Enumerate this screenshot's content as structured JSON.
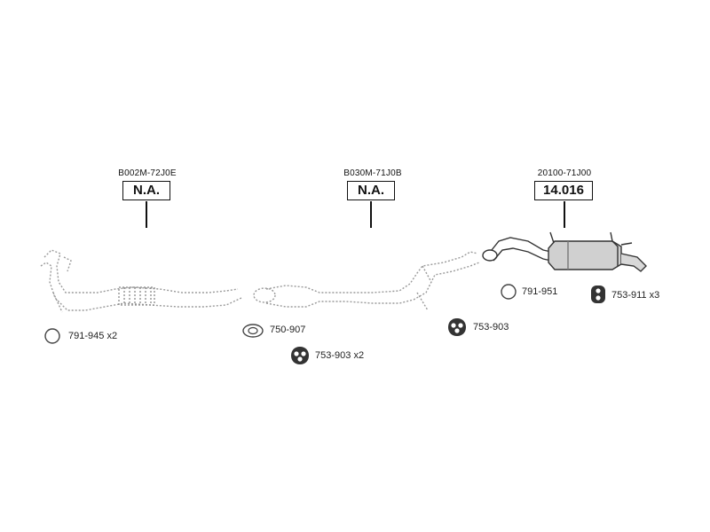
{
  "sections": [
    {
      "code": "B002M-72J0E",
      "status": "N.A."
    },
    {
      "code": "B030M-71J0B",
      "status": "N.A."
    },
    {
      "code": "20100-71J00",
      "status": "14.016"
    }
  ],
  "parts": [
    {
      "number": "791-945",
      "qty": "x2",
      "icon": "ring-icon"
    },
    {
      "number": "750-907",
      "qty": "",
      "icon": "gasket-icon"
    },
    {
      "number": "753-903",
      "qty": "x2",
      "icon": "rubber-hanger-icon"
    },
    {
      "number": "753-903",
      "qty": "",
      "icon": "rubber-hanger-icon"
    },
    {
      "number": "791-951",
      "qty": "",
      "icon": "ring-icon"
    },
    {
      "number": "753-911",
      "qty": "x3",
      "icon": "hanger-block-icon"
    }
  ]
}
